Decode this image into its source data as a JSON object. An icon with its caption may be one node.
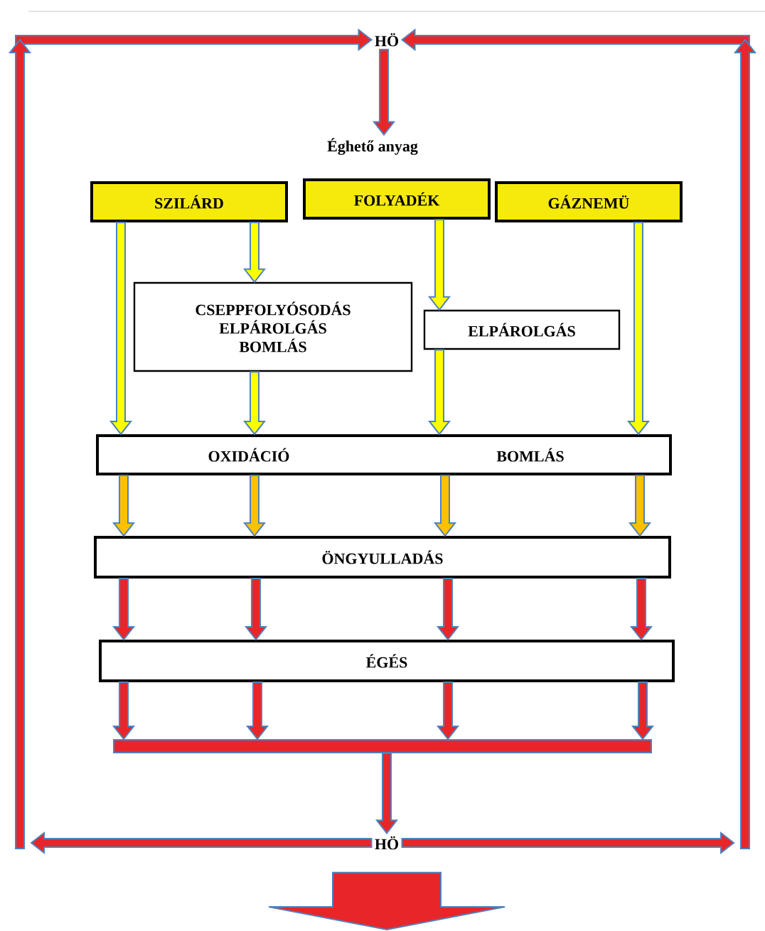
{
  "diagram": {
    "nodes": [
      {
        "text": [
          "HÖ"
        ]
      },
      {
        "text": [
          "Éghető anyag"
        ]
      },
      {
        "text": [
          "SZILÁRD"
        ]
      },
      {
        "text": [
          "FOLYADÉK"
        ]
      },
      {
        "text": [
          "GÁZNEMÜ"
        ]
      },
      {
        "text": [
          "CSEPPFOLYÓSODÁS ELPÁROLGÁS BOMLÁS"
        ]
      },
      {
        "text": [
          "ELPÁROLGÁS"
        ]
      },
      {
        "text": [
          "OXIDÁCIÓ",
          "BOMLÁS"
        ]
      },
      {
        "text": [
          "ÖNGYULLADÁS"
        ]
      },
      {
        "text": [
          "ÉGÉS"
        ]
      },
      {
        "text": [],
        "shape": "bar"
      },
      {
        "text": [
          "HÖ"
        ]
      }
    ],
    "edges": [
      {
        "from": 0,
        "to": 1,
        "arrow": "to"
      },
      {
        "from": 2,
        "to": 7,
        "arrow": "to",
        "color": "#ffff00"
      },
      {
        "from": 2,
        "to": 5,
        "arrow": "to",
        "color": "#ffff00"
      },
      {
        "from": 5,
        "to": 7,
        "arrow": "to",
        "color": "#ffff00"
      },
      {
        "from": 3,
        "to": 6,
        "arrow": "to",
        "color": "#ffff00"
      },
      {
        "from": 6,
        "to": 7,
        "arrow": "to",
        "color": "#ffff00"
      },
      {
        "from": 4,
        "to": 7,
        "arrow": "to",
        "color": "#ffff00"
      },
      {
        "from": 7,
        "to": 8,
        "arrow": "to",
        "color": "#ffc000"
      },
      {
        "from": 7,
        "to": 8,
        "arrow": "to",
        "color": "#ffc000"
      },
      {
        "from": 7,
        "to": 8,
        "arrow": "to",
        "color": "#ffc000"
      },
      {
        "from": 7,
        "to": 8,
        "arrow": "to",
        "color": "#ffc000"
      },
      {
        "from": 8,
        "to": 9,
        "arrow": "to"
      },
      {
        "from": 8,
        "to": 9,
        "arrow": "to"
      },
      {
        "from": 8,
        "to": 9,
        "arrow": "to"
      },
      {
        "from": 8,
        "to": 9,
        "arrow": "to"
      },
      {
        "from": 9,
        "to": 10,
        "arrow": "to"
      },
      {
        "from": 9,
        "to": 10,
        "arrow": "to"
      },
      {
        "from": 9,
        "to": 10,
        "arrow": "to"
      },
      {
        "from": 9,
        "to": 10,
        "arrow": "to"
      },
      {
        "from": 10,
        "to": 11,
        "arrow": "to"
      },
      {
        "from": 11,
        "to": null,
        "arrow": "to"
      },
      {
        "from": 11,
        "to": null,
        "arrow": "to"
      },
      {
        "from": null,
        "to": 0,
        "arrow": "to"
      },
      {
        "from": null,
        "to": 0,
        "arrow": "to"
      },
      {
        "from": 11,
        "to": null,
        "arrow": "to"
      }
    ]
  }
}
